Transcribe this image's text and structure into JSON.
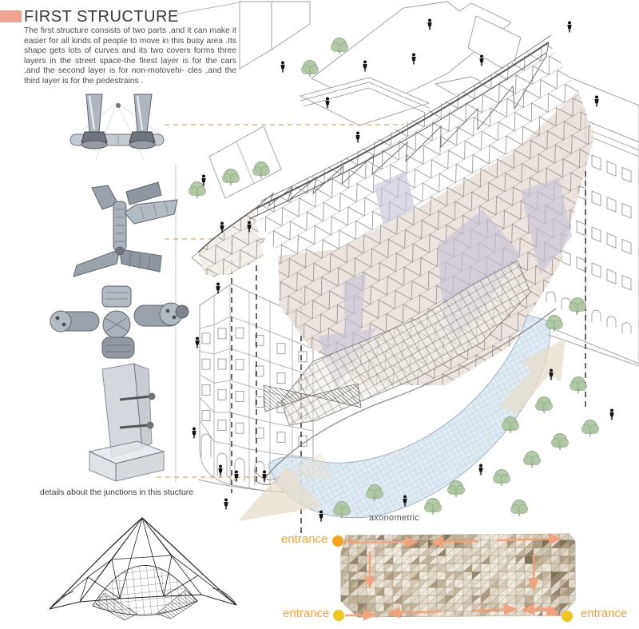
{
  "header": {
    "title": "FIRST STRUCTURE",
    "description": "The first structure consists of two parts ,and it can make it easier for all kinds of people to move in this busy area .Its shape gets lots of curves and its two covers forms three layers in the street space-the firest layer is for the cars ,and the second layer is for non-motovehi- cles ,and the third layer is for the pedestrains ."
  },
  "details": {
    "caption": "details about the junctions in this stucture",
    "items": [
      "canopy-leg-feet-junction-sketch",
      "diagonal-tube-junction-sketch",
      "spherical-node-junction-sketch",
      "foundation-anchor-junction-sketch",
      "structure-wireframe-elevation"
    ]
  },
  "main_drawing": {
    "label": "axonometric"
  },
  "plan": {
    "entrance_labels": [
      "entrance",
      "entrance",
      "entrance"
    ],
    "dot_colors": [
      "#F5A41F",
      "#EFC71F",
      "#EFC71F"
    ],
    "arrow_color": "#F3A37C",
    "tile_palette": [
      "#EFE9DC",
      "#E2DACA",
      "#D3C9B4",
      "#C2B59C",
      "#AC9D82",
      "#93866C",
      "#7E7259"
    ]
  },
  "colors": {
    "accent_salmon": "#EFA28F",
    "entrance_text": "#F2A43B",
    "leader_dash": "#E2A65C",
    "canopy_beige": "#EAE1D8",
    "canopy_lavender": "#C6C2D8",
    "canopy_blue": "#DBE7F1",
    "ground_arrow_beige": "#E6DCCB",
    "tree_green": "#AFC7A3",
    "line_art": "#8a8a8a"
  }
}
